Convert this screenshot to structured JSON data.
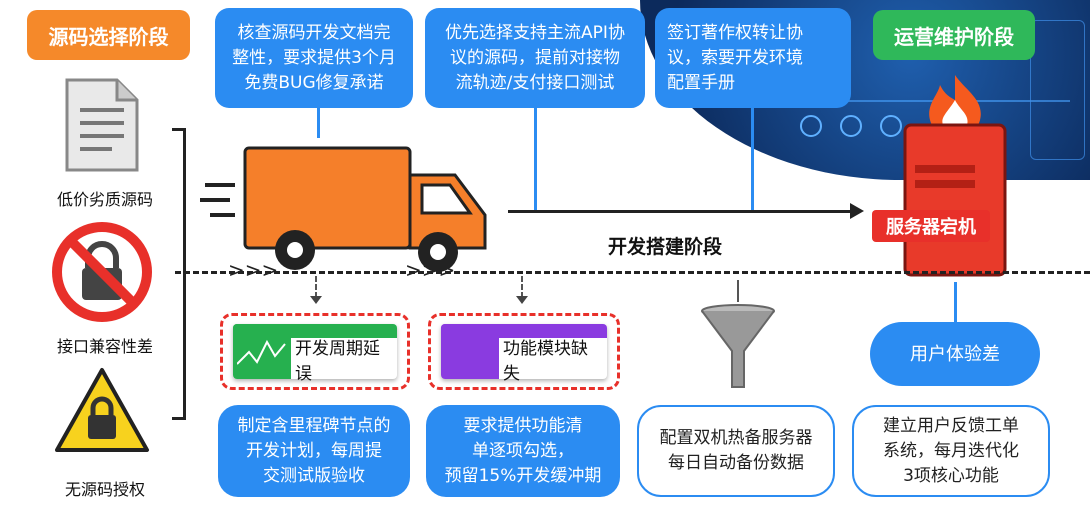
{
  "stages": {
    "source_selection": "源码选择阶段",
    "development": "开发搭建阶段",
    "operations": "运营维护阶段"
  },
  "risks_left": [
    {
      "label": "低价劣质源码",
      "icon": "document-icon"
    },
    {
      "label": "接口兼容性差",
      "icon": "no-lock-icon"
    },
    {
      "label": "无源码授权",
      "icon": "warning-lock-icon"
    }
  ],
  "top_tips": [
    "核查源码开发文档完\n整性，要求提供3个月\n免费BUG修复承诺",
    "优先选择支持主流API协\n议的源码，提前对接物\n流轨迹/支付接口测试",
    "签订著作权转让协\n议，索要开发环境\n配置手册"
  ],
  "dev_risks": [
    {
      "label": "开发周期延误",
      "color": "#26b04f"
    },
    {
      "label": "功能模块缺失",
      "color": "#8a3be0"
    }
  ],
  "server_label": "服务器宕机",
  "ux_label": "用户体验差",
  "bottom_tips": [
    "制定含里程碑节点的\n开发计划，每周提\n交测试版验收",
    "要求提供功能清\n单逐项勾选，\n预留15%开发缓冲期",
    "配置双机热备服务器\n每日自动备份数据",
    "建立用户反馈工单\n系统，每月迭代化\n3项核心功能"
  ],
  "colors": {
    "blue": "#2b8cf2",
    "orange": "#f5892a",
    "green": "#2fb85a",
    "red": "#e8302a"
  }
}
